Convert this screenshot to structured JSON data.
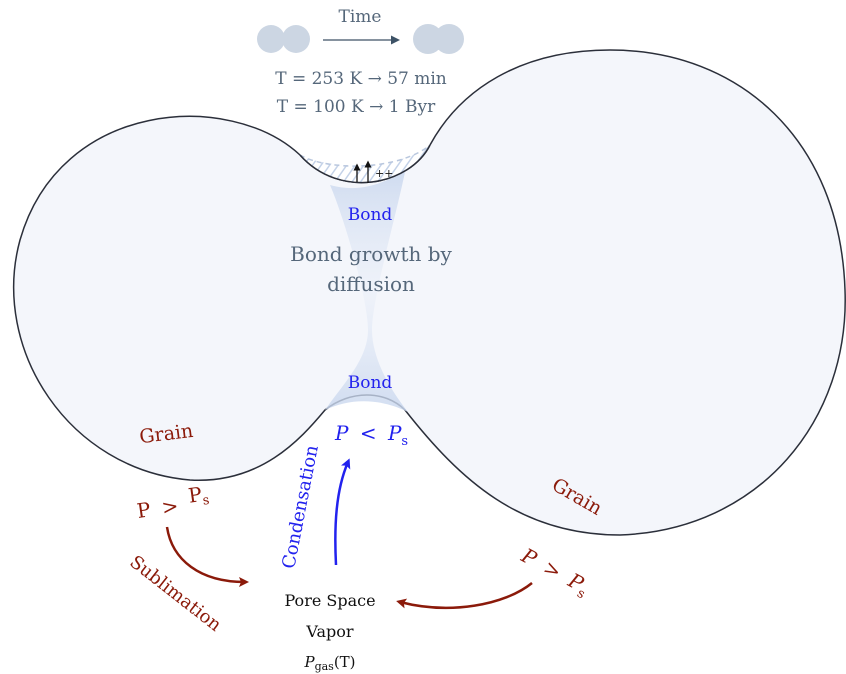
{
  "legend": {
    "time_label": "Time",
    "line1": "T = 253 K → 57 min",
    "line2": "T = 100 K → 1 Byr"
  },
  "neck": {
    "plus_label": "++"
  },
  "bond_top": "Bond",
  "bond_bottom": "Bond",
  "center_text": {
    "line1": "Bond growth by",
    "line2": "diffusion"
  },
  "grain_left": "Grain",
  "grain_right": "Grain",
  "pressure": {
    "left": {
      "P": "P",
      "op": ">",
      "Ps": "P",
      "sub": "s"
    },
    "condense": {
      "P": "P",
      "op": "<",
      "Ps": "P",
      "sub": "s"
    },
    "right": {
      "P": "P",
      "op": ">",
      "Ps": "P",
      "sub": "s"
    }
  },
  "process": {
    "sublimation": "Sublimation",
    "condensation": "Condensation"
  },
  "pore": {
    "line1": "Pore Space",
    "line2": "Vapor",
    "gas_P": "P",
    "gas_sub": "gas",
    "gas_arg": "(T)"
  },
  "colors": {
    "grain_fill": "#f4f6fb",
    "outline": "#2b2f3a",
    "bond_blue": "#2222ee",
    "sublimation_red": "#8b1a0a",
    "slate_text": "#55677a",
    "glow": "#c9d7ee"
  }
}
